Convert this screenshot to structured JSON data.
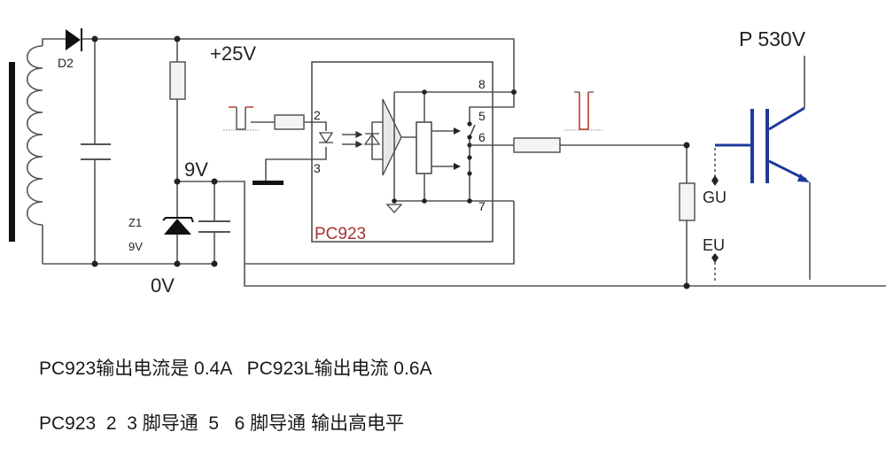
{
  "diagram": {
    "title": "PC923 IGBT gate driver circuit",
    "labels": {
      "supply_positive": "+25V",
      "supply_mid": "9V",
      "ground": "0V",
      "diode": "D2",
      "zener_ref": "Z1",
      "zener_voltage": "9V",
      "chip": "PC923",
      "collector_supply": "P  530V",
      "gate_probe": "GU",
      "emitter_probe": "EU"
    },
    "pins": [
      "2",
      "3",
      "8",
      "5",
      "6",
      "7"
    ],
    "icons": {
      "transformer": "transformer-icon",
      "diode": "diode-icon",
      "zener": "zener-diode-icon",
      "capacitor": "capacitor-icon",
      "resistor": "resistor-icon",
      "led": "led-icon",
      "photodiode": "photodiode-icon",
      "amplifier": "amplifier-icon",
      "ground": "ground-icon",
      "switch": "switch-icon",
      "igbt": "igbt-icon",
      "pulse": "pulse-waveform-icon"
    },
    "colors": {
      "wire": "#555555",
      "chip_label": "#a83232",
      "pulse": "#c0392b",
      "igbt": "#1f3a9a"
    }
  },
  "notes": [
    "PC923输出电流是 0.4A   PC923L输出电流 0.6A",
    "PC923  2  3 脚导通  5   6 脚导通 输出高电平"
  ]
}
